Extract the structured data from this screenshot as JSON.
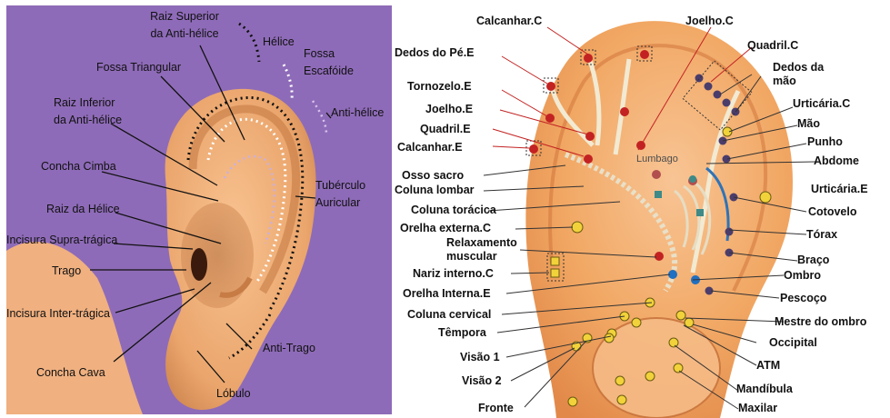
{
  "left_diagram": {
    "bg_color": "#8e6bb8",
    "skin_color": "#f2b27a",
    "labels": {
      "raiz_superior_1": "Raiz Superior",
      "raiz_superior_2": "da Anti-hélice",
      "helice": "Hélice",
      "fossa_escafoide_1": "Fossa",
      "fossa_escafoide_2": "Escafóide",
      "fossa_triangular": "Fossa Triangular",
      "anti_helice": "Anti-hélice",
      "raiz_inferior_1": "Raiz Inferior",
      "raiz_inferior_2": "da Anti-hélice",
      "concha_cimba": "Concha Cimba",
      "tuberculo_1": "Tubérculo",
      "tuberculo_2": "Auricular",
      "raiz_helice": "Raiz da Hélice",
      "incisura_supra": "Incisura Supra-trágica",
      "trago": "Trago",
      "incisura_inter": "Incisura Inter-trágica",
      "anti_trago": "Anti-Trago",
      "concha_cava": "Concha Cava",
      "lobulo": "Lóbulo"
    }
  },
  "right_diagram": {
    "ear_color": "#f4ad6e",
    "labels": {
      "calcanhar_c": "Calcanhar.C",
      "joelho_c": "Joelho.C",
      "dedos_pe_e": "Dedos do Pé.E",
      "quadril_c": "Quadril.C",
      "dedos_mao_1": "Dedos da",
      "dedos_mao_2": "mão",
      "tornozelo_e": "Tornozelo.E",
      "urticaria_c": "Urticária.C",
      "joelho_e": "Joelho.E",
      "mao": "Mão",
      "quadril_e": "Quadril.E",
      "punho": "Punho",
      "calcanhar_e": "Calcanhar.E",
      "lumbago": "Lumbago",
      "abdome": "Abdome",
      "osso_sacro": "Osso sacro",
      "coluna_lombar": "Coluna lombar",
      "urticaria_e": "Urticária.E",
      "coluna_toracica": "Coluna torácica",
      "cotovelo": "Cotovelo",
      "orelha_externa_c": "Orelha externa.C",
      "relaxamento_1": "Relaxamento",
      "relaxamento_2": "muscular",
      "torax": "Tórax",
      "braco": "Braço",
      "nariz_interno_c": "Nariz interno.C",
      "ombro": "Ombro",
      "orelha_interna_e": "Orelha Interna.E",
      "pescoco": "Pescoço",
      "coluna_cervical": "Coluna cervical",
      "mestre_ombro": "Mestre do ombro",
      "tempora": "Têmpora",
      "occipital": "Occipital",
      "visao_1": "Visão 1",
      "atm": "ATM",
      "visao_2": "Visão 2",
      "mandibula": "Mandíbula",
      "fronte": "Fronte",
      "maxilar": "Maxilar"
    }
  }
}
